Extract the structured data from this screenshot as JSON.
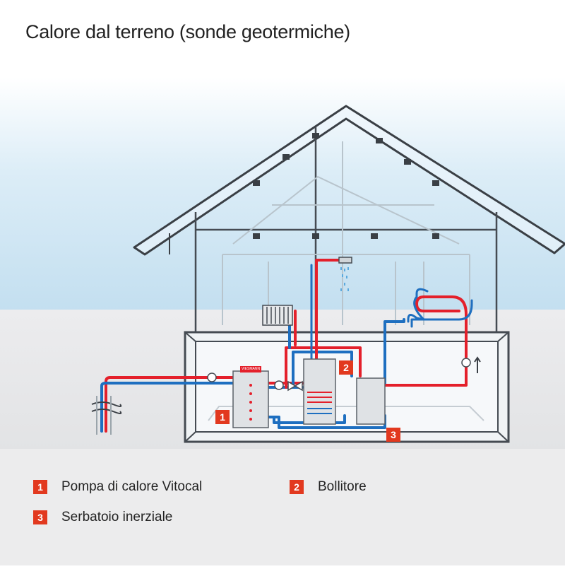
{
  "title": "Calore dal terreno (sonde geotermiche)",
  "colors": {
    "sky": "#cfe6f3",
    "ground": "#e3e4e6",
    "outline": "#3a3f45",
    "hot_pipe": "#e4202b",
    "cold_pipe": "#1e6fc0",
    "badge": "#e2391f"
  },
  "callouts": [
    {
      "number": "1"
    },
    {
      "number": "2"
    },
    {
      "number": "3"
    }
  ],
  "brand_mark": "VIESMANN",
  "legend": [
    {
      "number": "1",
      "label": "Pompa di calore Vitocal"
    },
    {
      "number": "2",
      "label": "Bollitore"
    },
    {
      "number": "3",
      "label": "Serbatoio inerziale"
    }
  ]
}
